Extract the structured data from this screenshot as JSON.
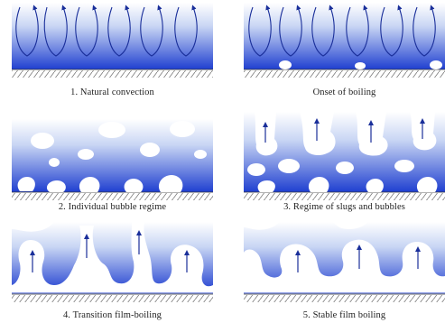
{
  "colors": {
    "liquid_top": "#ffffff",
    "liquid_bottom": "#1f3fd0",
    "arrow": "#1a2f9a",
    "wall_hatch": "#777777"
  },
  "panels": [
    {
      "id": "natural-convection",
      "caption": "1.  Natural convection"
    },
    {
      "id": "onset-of-boiling",
      "caption": "Onset of boiling"
    },
    {
      "id": "individual-bubble",
      "caption": "2.  Individual bubble regime"
    },
    {
      "id": "slugs-and-bubbles",
      "caption": "3.  Regime of slugs and bubbles"
    },
    {
      "id": "transition-film-boiling",
      "caption": "4.  Transition film-boiling"
    },
    {
      "id": "stable-film-boiling",
      "caption": "5.  Stable film boiling"
    }
  ]
}
